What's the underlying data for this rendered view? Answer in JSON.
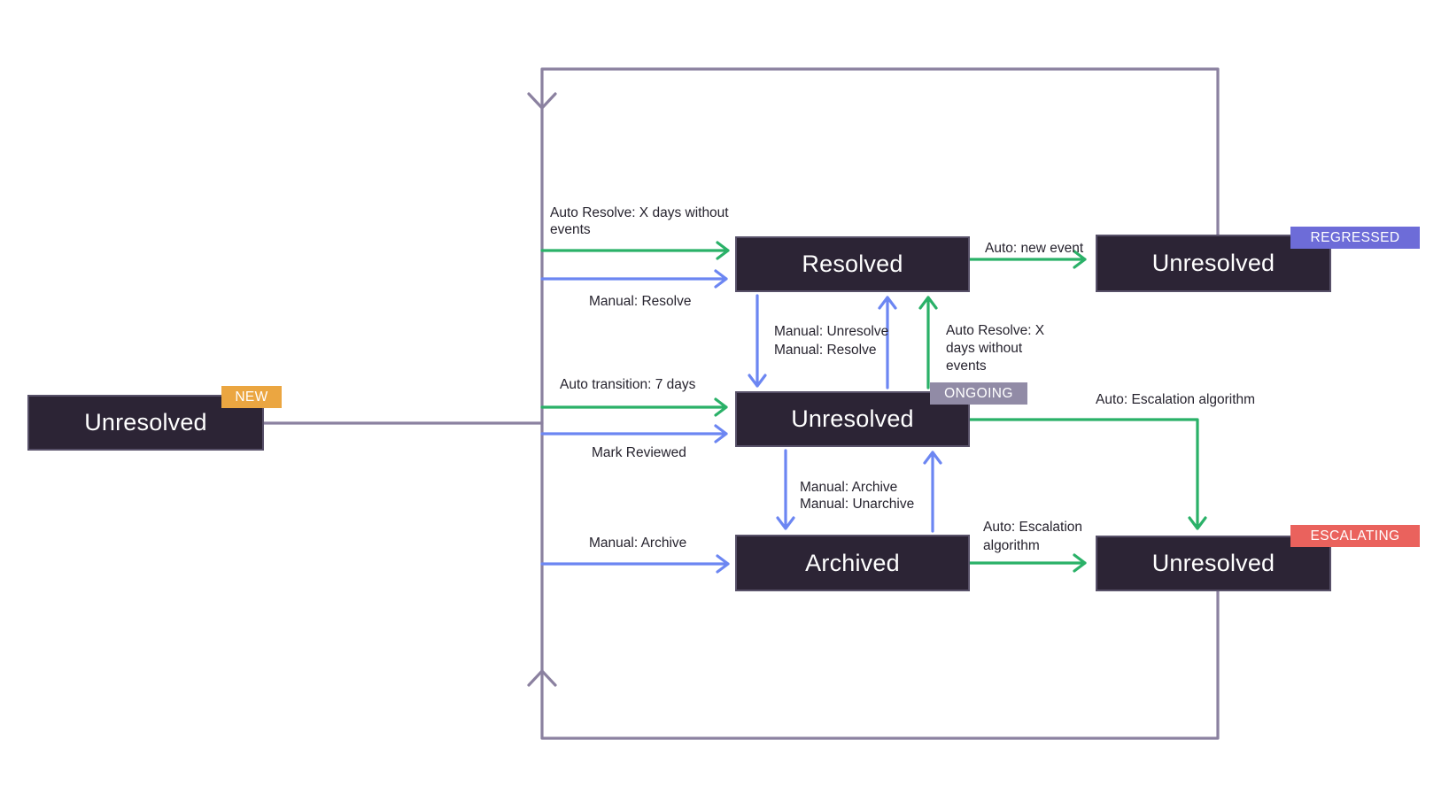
{
  "colors": {
    "canvas-bg": "#ffffff",
    "node-bg": "#2c2435",
    "node-border": "#585169",
    "node-text": "#ffffff",
    "label-text": "#26232e",
    "edge-green": "#2ab168",
    "edge-blue": "#6c86f2",
    "edge-purple": "#8b81a0",
    "badge-new-bg": "#eba641",
    "badge-ongoing-bg": "#918ba6",
    "badge-regressed-bg": "#6d6cd8",
    "badge-escalating-bg": "#ea625d",
    "badge-text": "#ffffff"
  },
  "states": {
    "new": {
      "label": "Unresolved",
      "badge": "NEW"
    },
    "resolved": {
      "label": "Resolved"
    },
    "ongoing": {
      "label": "Unresolved",
      "badge": "ONGOING"
    },
    "archived": {
      "label": "Archived"
    },
    "regressed": {
      "label": "Unresolved",
      "badge": "REGRESSED"
    },
    "escalating": {
      "label": "Unresolved",
      "badge": "ESCALATING"
    }
  },
  "edge_labels": {
    "auto_resolve_left": "Auto Resolve: X days without\nevents",
    "manual_resolve_left": "Manual: Resolve",
    "auto_transition": "Auto transition: 7 days",
    "mark_reviewed": "Mark Reviewed",
    "manual_archive_left": "Manual: Archive",
    "manual_unresolve_resolve": "Manual: Unresolve\nManual: Resolve",
    "manual_archive_unarchive": "Manual: Archive\nManual: Unarchive",
    "auto_resolve_right": "Auto Resolve: X\ndays without\nevents",
    "auto_new_event": "Auto: new event",
    "auto_escalation_right": "Auto: Escalation algorithm",
    "auto_escalation_bottom": "Auto: Escalation\nalgorithm"
  },
  "transitions": [
    {
      "from": "new",
      "to": "resolved",
      "kind": "auto",
      "label": "Auto Resolve: X days without events"
    },
    {
      "from": "new",
      "to": "resolved",
      "kind": "manual",
      "label": "Manual: Resolve"
    },
    {
      "from": "new",
      "to": "ongoing",
      "kind": "auto",
      "label": "Auto transition: 7 days"
    },
    {
      "from": "new",
      "to": "ongoing",
      "kind": "manual",
      "label": "Mark Reviewed"
    },
    {
      "from": "new",
      "to": "archived",
      "kind": "manual",
      "label": "Manual: Archive"
    },
    {
      "from": "resolved",
      "to": "ongoing",
      "kind": "manual",
      "label": "Manual: Unresolve"
    },
    {
      "from": "ongoing",
      "to": "resolved",
      "kind": "manual",
      "label": "Manual: Resolve"
    },
    {
      "from": "ongoing",
      "to": "resolved",
      "kind": "auto",
      "label": "Auto Resolve: X days without events"
    },
    {
      "from": "resolved",
      "to": "regressed",
      "kind": "auto",
      "label": "Auto: new event"
    },
    {
      "from": "ongoing",
      "to": "escalating",
      "kind": "auto",
      "label": "Auto: Escalation algorithm"
    },
    {
      "from": "ongoing",
      "to": "archived",
      "kind": "manual",
      "label": "Manual: Archive"
    },
    {
      "from": "archived",
      "to": "ongoing",
      "kind": "manual",
      "label": "Manual: Unarchive"
    },
    {
      "from": "archived",
      "to": "escalating",
      "kind": "auto",
      "label": "Auto: Escalation algorithm"
    },
    {
      "from": "regressed",
      "to": "loop",
      "kind": "return",
      "label": ""
    },
    {
      "from": "escalating",
      "to": "loop",
      "kind": "return",
      "label": ""
    }
  ]
}
